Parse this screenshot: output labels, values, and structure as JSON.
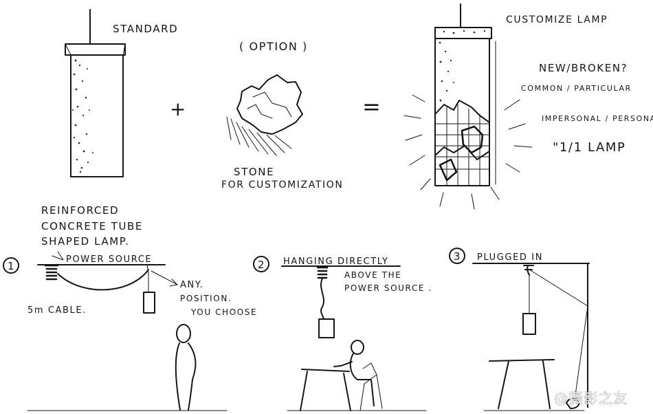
{
  "top": {
    "standard_label": "STANDARD",
    "option_label": "( OPTION )",
    "stone_line1": "STONE",
    "stone_line2": "FOR CUSTOMIZATION",
    "plus": "+",
    "equals": "=",
    "customize_label": "CUSTOMIZE LAMP",
    "notes": [
      "NEW/BROKEN?",
      "COMMON / PARTICULAR",
      "IMPERSONAL / PERSONAL",
      "\"1/1 LAMP"
    ]
  },
  "description": {
    "line1": "REINFORCED",
    "line2": "CONCRETE TUBE",
    "line3": "SHAPED LAMP."
  },
  "options": [
    {
      "number": "1",
      "title": "POWER SOURCE",
      "notes": [
        "5m CABLE.",
        "ANY.",
        "POSITION.",
        "YOU CHOOSE"
      ]
    },
    {
      "number": "2",
      "title": "HANGING DIRECTLY",
      "notes": [
        "ABOVE THE",
        "POWER SOURCE ."
      ]
    },
    {
      "number": "3",
      "title": "PLUGGED IN",
      "notes": []
    }
  ],
  "watermark": "@摄影之友"
}
